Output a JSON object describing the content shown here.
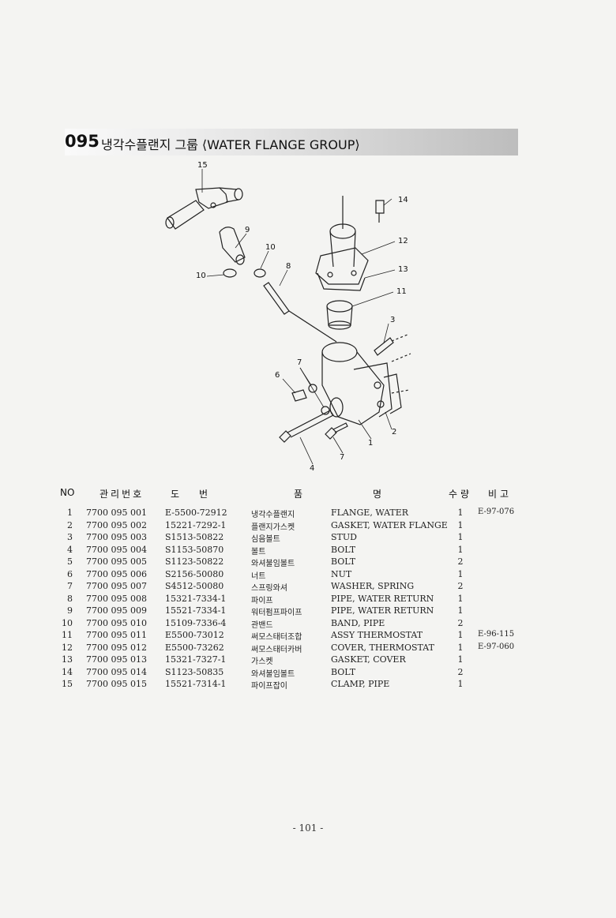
{
  "header": {
    "code": "095",
    "title": "냉각수플랜지 그룹 ⟨WATER FLANGE GROUP⟩"
  },
  "diagram": {
    "callouts": [
      "15",
      "14",
      "9",
      "10",
      "8",
      "10",
      "12",
      "13",
      "11",
      "3",
      "7",
      "6",
      "2",
      "1",
      "4",
      "7"
    ]
  },
  "table": {
    "headers": {
      "no": "NO",
      "mgmt": "관리번호",
      "dwg1": "도",
      "dwg2": "번",
      "name1": "품",
      "name2": "명",
      "qty": "수량",
      "remark": "비고"
    },
    "rows": [
      {
        "no": "1",
        "mgmt": "7700 095 001",
        "dwg": "E-5500-72912",
        "kname": "냉각수플랜지",
        "ename": "FLANGE, WATER",
        "qty": "1",
        "remark": "E-97-076"
      },
      {
        "no": "2",
        "mgmt": "7700 095 002",
        "dwg": "15221-7292-1",
        "kname": "플랜지가스켓",
        "ename": "GASKET, WATER FLANGE",
        "qty": "1",
        "remark": ""
      },
      {
        "no": "3",
        "mgmt": "7700 095 003",
        "dwg": "S1513-50822",
        "kname": "심음볼트",
        "ename": "STUD",
        "qty": "1",
        "remark": ""
      },
      {
        "no": "4",
        "mgmt": "7700 095 004",
        "dwg": "S1153-50870",
        "kname": "볼트",
        "ename": "BOLT",
        "qty": "1",
        "remark": ""
      },
      {
        "no": "5",
        "mgmt": "7700 095 005",
        "dwg": "S1123-50822",
        "kname": "와셔불임볼트",
        "ename": "BOLT",
        "qty": "2",
        "remark": ""
      },
      {
        "no": "6",
        "mgmt": "7700 095 006",
        "dwg": "S2156-50080",
        "kname": "너트",
        "ename": "NUT",
        "qty": "1",
        "remark": ""
      },
      {
        "no": "7",
        "mgmt": "7700 095 007",
        "dwg": "S4512-50080",
        "kname": "스프링와셔",
        "ename": "WASHER, SPRING",
        "qty": "2",
        "remark": ""
      },
      {
        "no": "8",
        "mgmt": "7700 095 008",
        "dwg": "15321-7334-1",
        "kname": "파이프",
        "ename": "PIPE, WATER RETURN",
        "qty": "1",
        "remark": ""
      },
      {
        "no": "9",
        "mgmt": "7700 095 009",
        "dwg": "15521-7334-1",
        "kname": "워터펌프파이프",
        "ename": "PIPE, WATER RETURN",
        "qty": "1",
        "remark": ""
      },
      {
        "no": "10",
        "mgmt": "7700 095 010",
        "dwg": "15109-7336-4",
        "kname": "관밴드",
        "ename": "BAND, PIPE",
        "qty": "2",
        "remark": ""
      },
      {
        "no": "11",
        "mgmt": "7700 095 011",
        "dwg": "E5500-73012",
        "kname": "써모스태터조합",
        "ename": "ASSY THERMOSTAT",
        "qty": "1",
        "remark": "E-96-115"
      },
      {
        "no": "12",
        "mgmt": "7700 095 012",
        "dwg": "E5500-73262",
        "kname": "써모스태터카버",
        "ename": "COVER, THERMOSTAT",
        "qty": "1",
        "remark": "E-97-060"
      },
      {
        "no": "13",
        "mgmt": "7700 095 013",
        "dwg": "15321-7327-1",
        "kname": "가스켓",
        "ename": "GASKET, COVER",
        "qty": "1",
        "remark": ""
      },
      {
        "no": "14",
        "mgmt": "7700 095 014",
        "dwg": "S1123-50835",
        "kname": "와셔불임볼트",
        "ename": "BOLT",
        "qty": "2",
        "remark": ""
      },
      {
        "no": "15",
        "mgmt": "7700 095 015",
        "dwg": "15521-7314-1",
        "kname": "파이프잡이",
        "ename": "CLAMP, PIPE",
        "qty": "1",
        "remark": ""
      }
    ]
  },
  "footer": {
    "page": "- 101 -"
  }
}
